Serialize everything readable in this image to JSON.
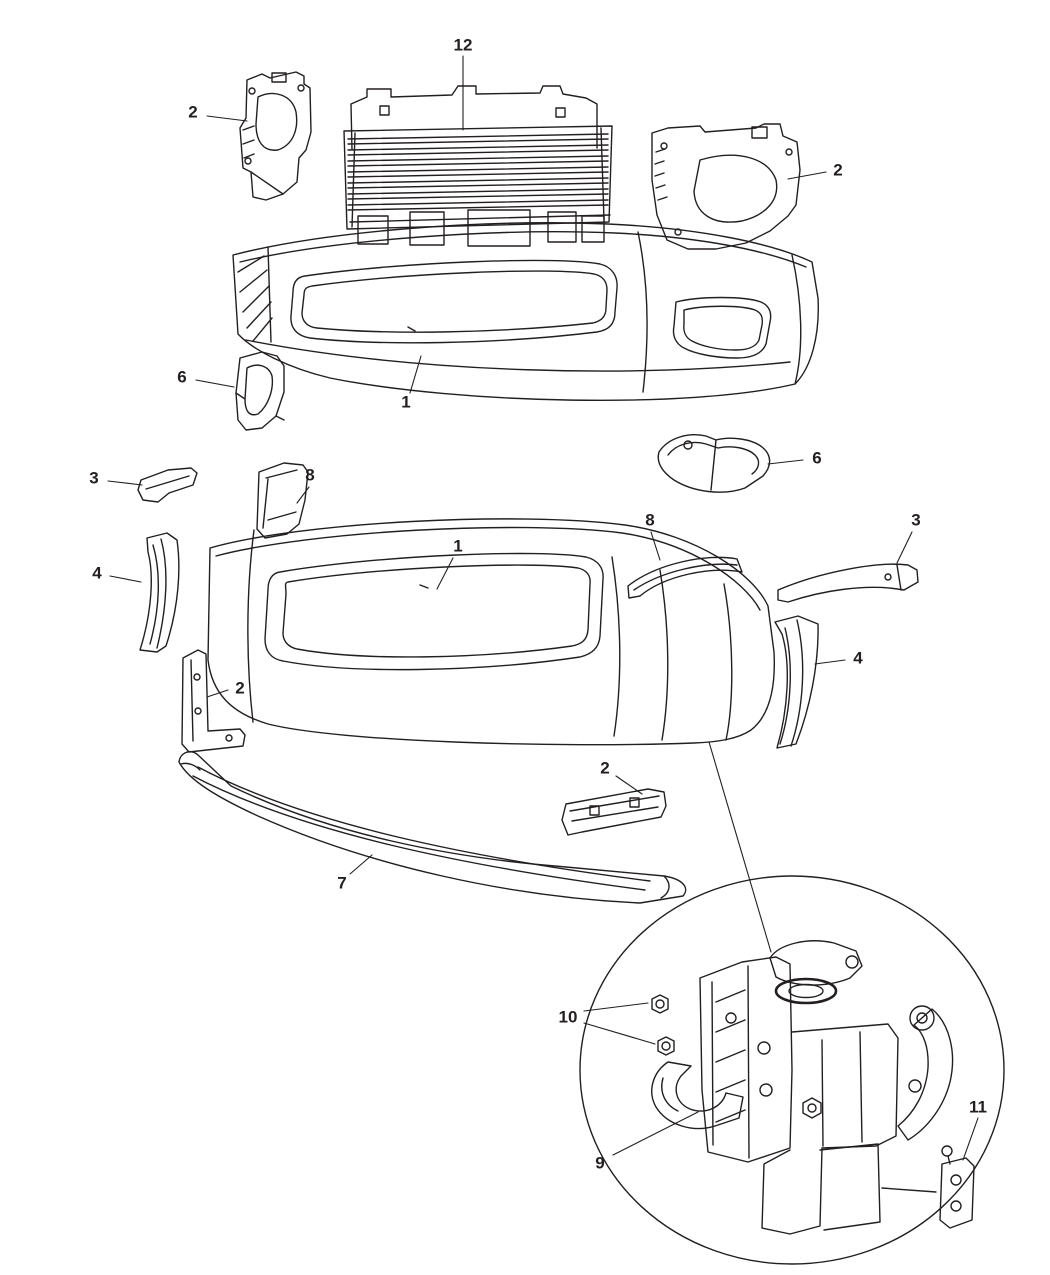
{
  "figure": {
    "background_color": "#ffffff",
    "line_color": "#231f20",
    "callouts": [
      "12",
      "2",
      "2",
      "6",
      "1",
      "6",
      "3",
      "8",
      "1",
      "8",
      "3",
      "4",
      "4",
      "2",
      "2",
      "7",
      "10",
      "9",
      "11"
    ]
  }
}
